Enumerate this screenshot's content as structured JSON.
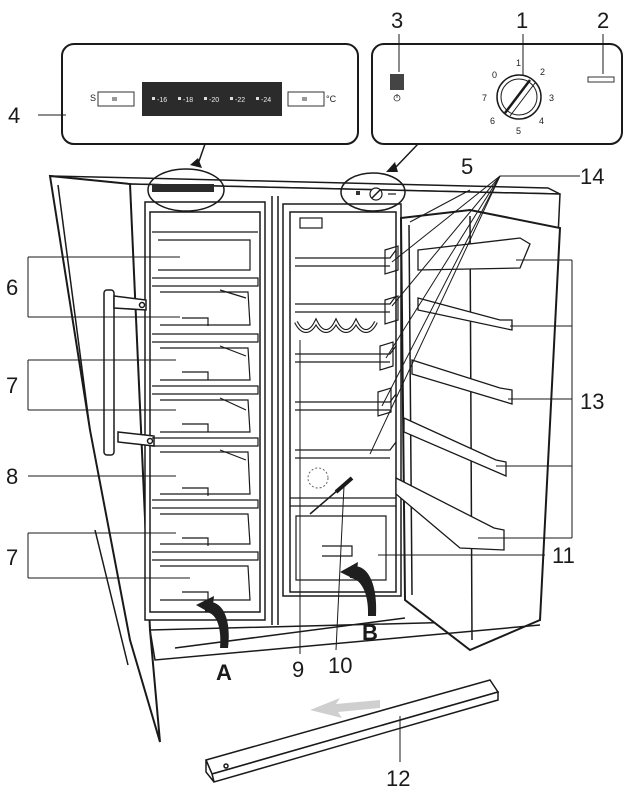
{
  "callouts": {
    "n1": "1",
    "n2": "2",
    "n3": "3",
    "n4": "4",
    "n5": "5",
    "n6": "6",
    "n7a": "7",
    "n7b": "7",
    "n8": "8",
    "n9": "9",
    "n10": "10",
    "n11": "11",
    "n12": "12",
    "n13": "13",
    "n14": "14"
  },
  "freezer_panel": {
    "s_label": "S",
    "unit": "°C",
    "temps": [
      "-16",
      "-18",
      "-20",
      "-22",
      "-24"
    ]
  },
  "fridge_panel": {
    "dial_numbers": [
      "1",
      "2",
      "3",
      "4",
      "5",
      "6",
      "7",
      "0"
    ]
  },
  "arrows": {
    "a": "A",
    "b": "B"
  },
  "colors": {
    "line": "#1a1a1a",
    "display": "#2b2b2b",
    "arrow": "#1f1f1f",
    "hint_arrow": "#cfcfcf"
  }
}
